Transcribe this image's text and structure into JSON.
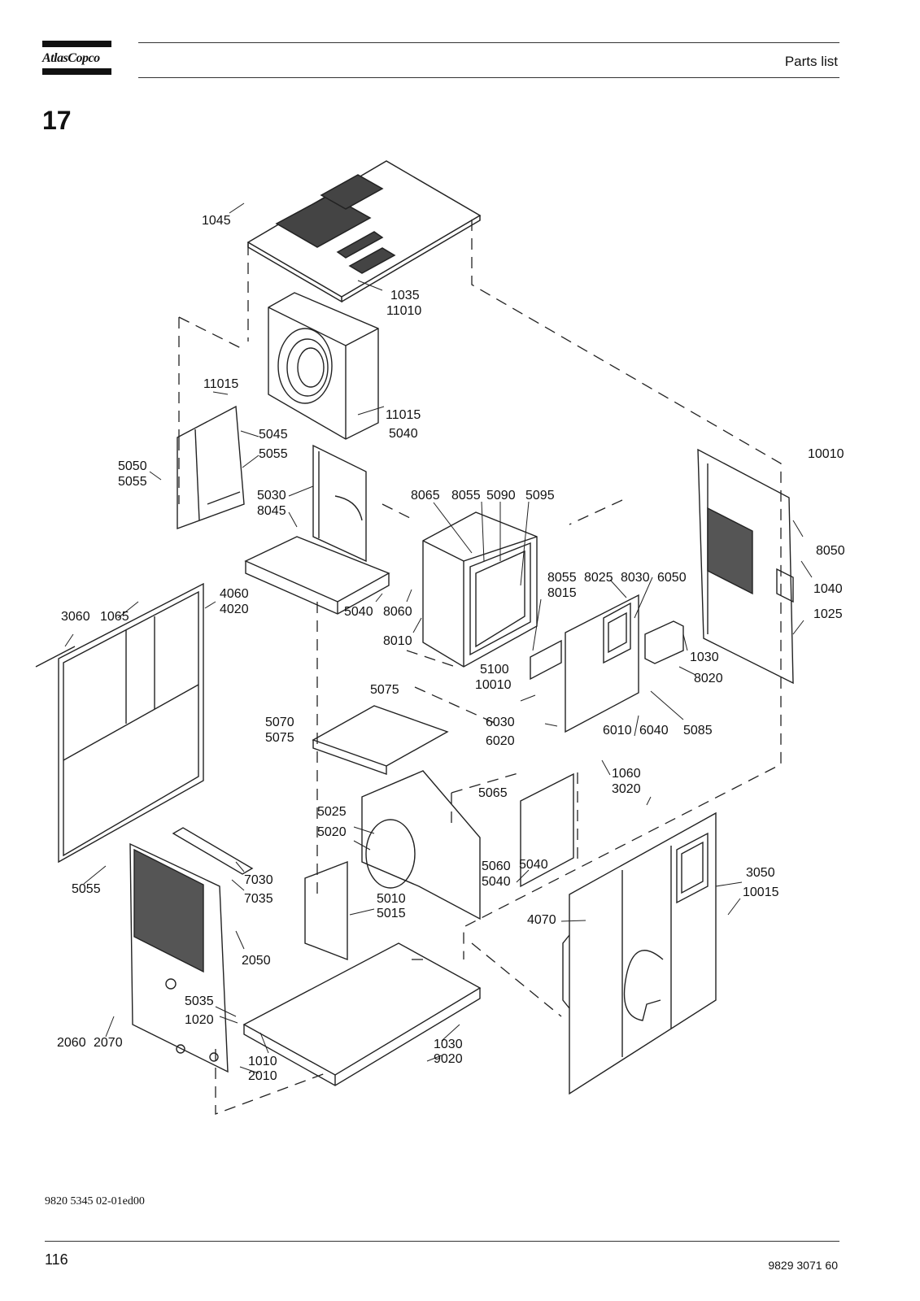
{
  "header": {
    "logo_text": "AtlasCopco",
    "title": "Parts list"
  },
  "section_number": "17",
  "diagram_labels": {
    "l1045": "1045",
    "l1035": "1035",
    "l11010": "11010",
    "l11015a": "11015",
    "l11015b": "11015",
    "l5045": "5045",
    "l5040a": "5040",
    "l5055a": "5055",
    "l5050": "5050",
    "l5055b": "5055",
    "l5030": "5030",
    "l8045": "8045",
    "l8065": "8065",
    "l8055a": "8055",
    "l5090": "5090",
    "l5095": "5095",
    "l10010a": "10010",
    "l8050": "8050",
    "l1040": "1040",
    "l1025": "1025",
    "l4060": "4060",
    "l4020": "4020",
    "l3060": "3060",
    "l1065": "1065",
    "l5040b": "5040",
    "l8060": "8060",
    "l8010": "8010",
    "l8055b": "8055",
    "l8025": "8025",
    "l8030": "8030",
    "l6050": "6050",
    "l8015": "8015",
    "l1030a": "1030",
    "l8020": "8020",
    "l5100": "5100",
    "l10010b": "10010",
    "l5075a": "5075",
    "l5070": "5070",
    "l5075b": "5075",
    "l6030": "6030",
    "l6020": "6020",
    "l6010": "6010",
    "l6040": "6040",
    "l5085": "5085",
    "l1060": "1060",
    "l3020": "3020",
    "l5065": "5065",
    "l5025": "5025",
    "l5020": "5020",
    "l5060": "5060",
    "l5040c": "5040",
    "l5040d": "5040",
    "l3050": "3050",
    "l10015": "10015",
    "l5055c": "5055",
    "l7030": "7030",
    "l7035": "7035",
    "l5010": "5010",
    "l5015": "5015",
    "l4070": "4070",
    "l2050": "2050",
    "l5035": "5035",
    "l1020": "1020",
    "l2060": "2060",
    "l2070": "2070",
    "l1010": "1010",
    "l2010": "2010",
    "l1030b": "1030",
    "l9020": "9020"
  },
  "footer": {
    "doc_code": "9820 5345 02-01ed00",
    "page_number": "116",
    "document_number": "9829 3071 60"
  }
}
